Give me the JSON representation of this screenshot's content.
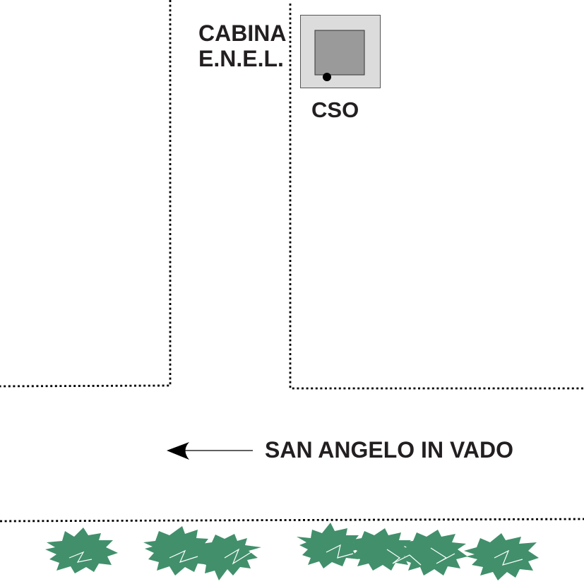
{
  "labels": {
    "cabina_line1": "CABINA",
    "cabina_line2": "E.N.E.L.",
    "cso": "CSO",
    "direction": "SAN ANGELO IN VADO"
  },
  "icons": {
    "direction_arrow": "arrow-left-icon",
    "cso_marker": "dot-marker-icon",
    "cabin": "square-building-icon",
    "vegetation": "bush-icon"
  },
  "colors": {
    "background": "#ffffff",
    "boundary": "#000000",
    "cabin_outer": "#dcdcdc",
    "cabin_outer_border": "#555555",
    "cabin_inner": "#9a9a9a",
    "marker": "#000000",
    "vegetation": "#41906b",
    "text": "#231f20"
  }
}
